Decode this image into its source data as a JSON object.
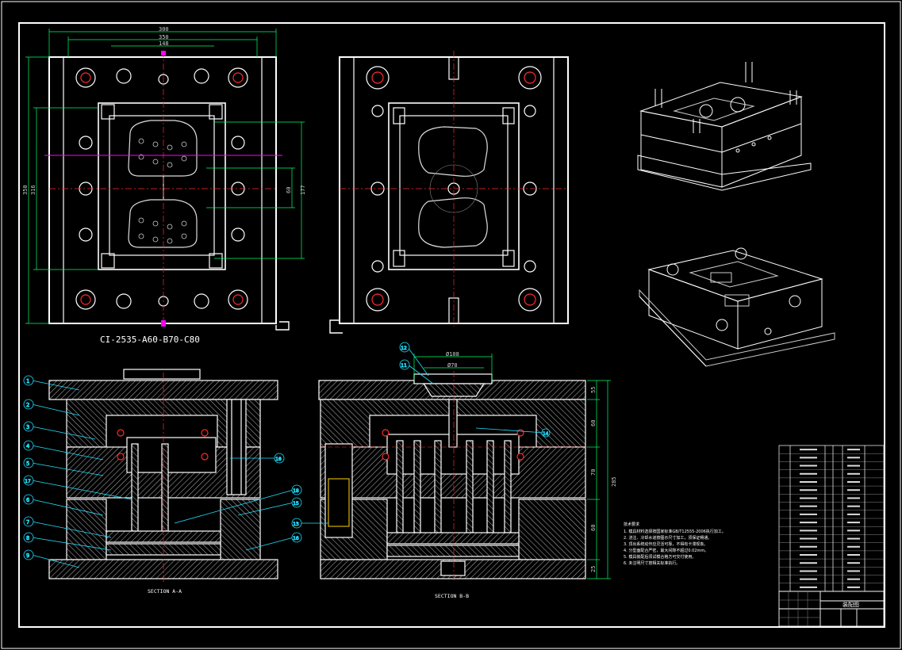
{
  "drawing": {
    "plan_model_label": "CI-2535-A60-B70-C80",
    "section_aa_label": "SECTION A-A",
    "section_bb_label": "SECTION B-B",
    "top_dims": [
      "300",
      "350",
      "148"
    ],
    "left_dims": [
      "350",
      "316"
    ],
    "right_dims": [
      "60",
      "177"
    ],
    "sprue_dims": [
      "Ø108",
      "Ø70"
    ],
    "height_dims": [
      "55",
      "60",
      "70",
      "60",
      "25",
      "285"
    ],
    "part_numbers": [
      "1",
      "2",
      "3",
      "4",
      "5",
      "17",
      "6",
      "7",
      "8",
      "9",
      "10",
      "18",
      "15",
      "13",
      "16",
      "12",
      "11",
      "14"
    ],
    "notes_title": "技术要求",
    "notes": [
      "1. 模具材料选择按国家标准GB/T12555-2006执行加工。",
      "2. 浇注、冷却水道按图示尺寸加工，须保证畅通。",
      "3. 顶出系统动作应灵活可靠，不得有卡滞现象。",
      "4. 分型面配合严密，最大间隙不超过0.02mm。",
      "5. 模具装配后须试模合格方可交付使用。",
      "6. 未注明尺寸按相关标准执行。"
    ],
    "title_block_name": "装配图"
  },
  "colors": {
    "background": "#000000",
    "line": "#ffffff",
    "hatch": "#b8b8b8",
    "center": "#ff2a2a",
    "dimension": "#00ff66",
    "callout": "#22e0ff",
    "accent": "#ff00ff",
    "yellow": "#ffd400"
  }
}
